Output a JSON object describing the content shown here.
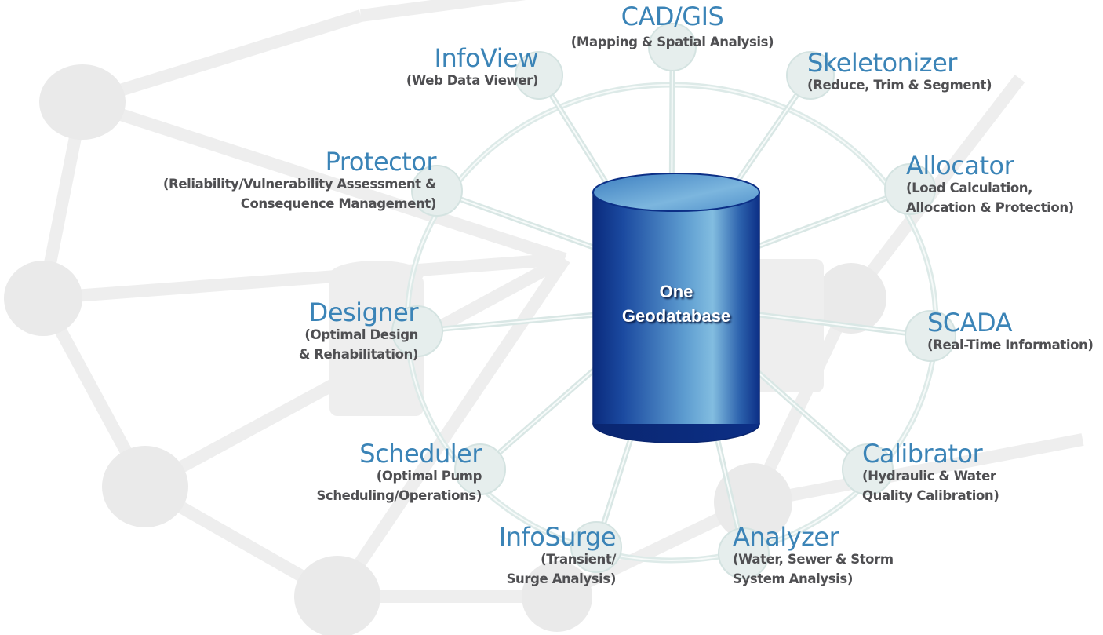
{
  "hub": {
    "line1": "One",
    "line2": "Geodatabase"
  },
  "modules": [
    {
      "id": "cadgis",
      "title": "CAD/GIS",
      "lines": [
        "(Mapping & Spatial Analysis)"
      ]
    },
    {
      "id": "infoview",
      "title": "InfoView",
      "lines": [
        "(Web Data Viewer)"
      ]
    },
    {
      "id": "skeletonizer",
      "title": "Skeletonizer",
      "lines": [
        "(Reduce, Trim & Segment)"
      ]
    },
    {
      "id": "protector",
      "title": "Protector",
      "lines": [
        "(Reliability/Vulnerability Assessment &",
        "Consequence Management)"
      ]
    },
    {
      "id": "allocator",
      "title": "Allocator",
      "lines": [
        "(Load Calculation,",
        "Allocation & Protection)"
      ]
    },
    {
      "id": "designer",
      "title": "Designer",
      "lines": [
        "(Optimal Design",
        "& Rehabilitation)"
      ]
    },
    {
      "id": "scada",
      "title": "SCADA",
      "lines": [
        "(Real-Time Information)"
      ]
    },
    {
      "id": "scheduler",
      "title": "Scheduler",
      "lines": [
        "(Optimal Pump",
        "Scheduling/Operations)"
      ]
    },
    {
      "id": "calibrator",
      "title": "Calibrator",
      "lines": [
        "(Hydraulic & Water",
        "Quality Calibration)"
      ]
    },
    {
      "id": "infosurge",
      "title": "InfoSurge",
      "lines": [
        "(Transient/",
        "Surge Analysis)"
      ]
    },
    {
      "id": "analyzer",
      "title": "Analyzer",
      "lines": [
        "(Water, Sewer & Storm",
        "System Analysis)"
      ]
    }
  ],
  "colors": {
    "title": "#3b84b7",
    "subtitle": "#4f4f52",
    "ring": "#dbe8e6",
    "node": "#e8efee",
    "cylinder_dark": "#0c2f86",
    "cylinder_light": "#7fb8dd",
    "background_graph": "#ececec"
  }
}
